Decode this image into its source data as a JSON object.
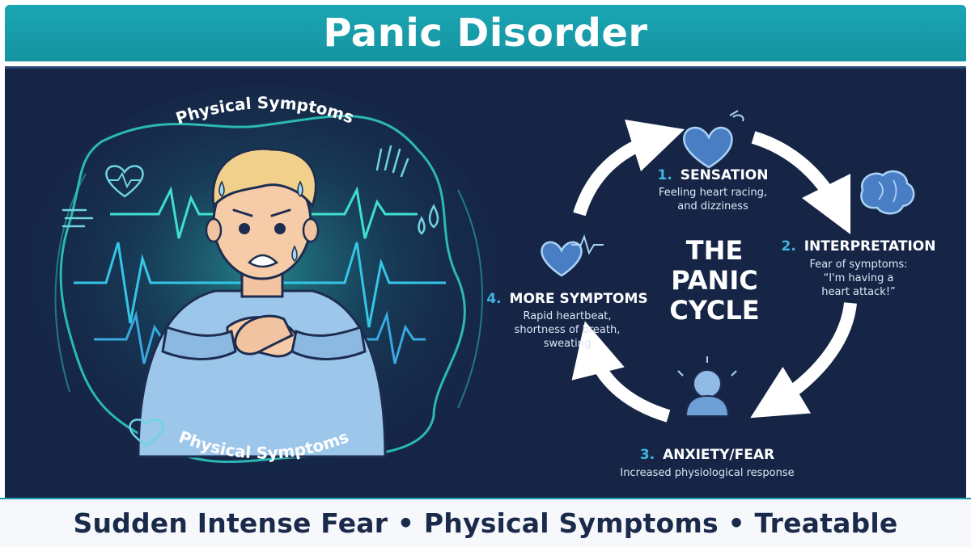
{
  "header": {
    "title": "Panic Disorder"
  },
  "illustration": {
    "arc_label_top": "Physical Symptoms",
    "arc_label_bottom": "Physical Symptoms"
  },
  "cycle": {
    "center_title": [
      "THE",
      "PANIC",
      "CYCLE"
    ],
    "stages": [
      {
        "number": "1.",
        "name": "SENSATION",
        "desc": [
          "Feeling heart racing,",
          "and dizziness"
        ]
      },
      {
        "number": "2.",
        "name": "INTERPRETATION",
        "desc": [
          "Fear of symptoms:",
          "“I'm having a",
          "heart attack!”"
        ]
      },
      {
        "number": "3.",
        "name": "ANXIETY/FEAR",
        "desc": [
          "Increased physiological response"
        ]
      },
      {
        "number": "4.",
        "name": "MORE SYMPTOMS",
        "desc": [
          "Rapid heartbeat,",
          "shortness of breath,",
          "sweating"
        ]
      }
    ]
  },
  "footer": {
    "tagline": "Sudden Intense Fear • Physical Symptoms • Treatable"
  },
  "colors": {
    "teal": "#1aa6b3",
    "navy": "#162546",
    "accent_cyan": "#34d1c6",
    "shirt_blue": "#9cc6ea",
    "white": "#ffffff"
  }
}
